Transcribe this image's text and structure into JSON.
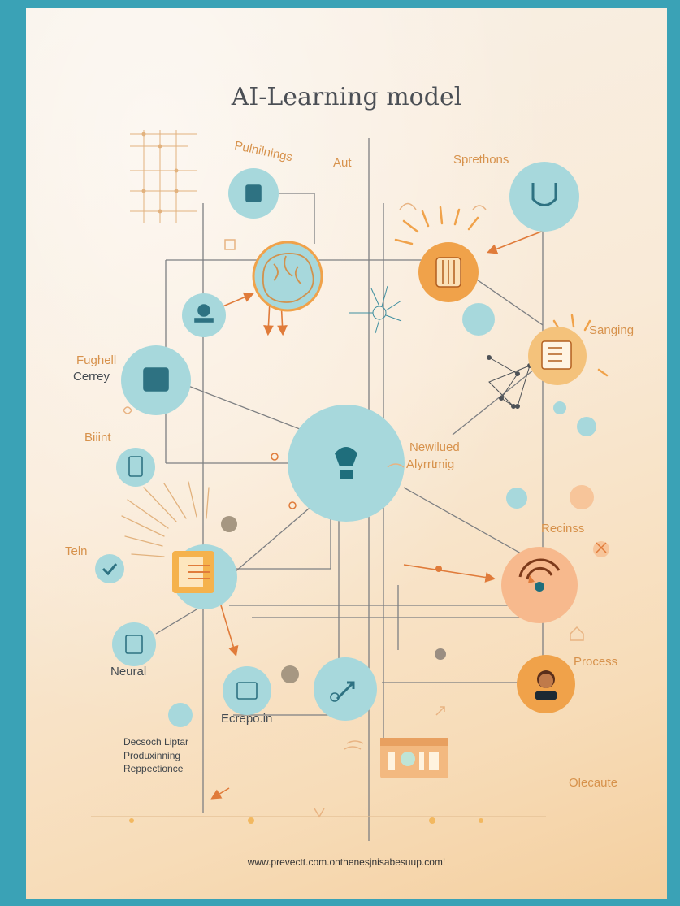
{
  "title": "AI-Learning model",
  "footer_url": "www.prevectt.com.onthenesjnisabesuup.com!",
  "nodes": {
    "top_left_label": "Pulnilnings",
    "top_center_label": "Aut",
    "top_right_label": "Sprethons",
    "right_label": "Sanging",
    "left_label_1": "Fughell",
    "left_label_2": "Cerrey",
    "left_label_3": "Biiint",
    "center_label_1": "Newilued",
    "center_label_2": "Alyrrtmig",
    "left_label_4": "Teln",
    "right_label_2": "Recinss",
    "bottom_left_label": "Neural",
    "bottom_center_label": "Ecrepo.in",
    "bottom_right_label": "Process",
    "bottom_right_label_2": "Olecaute",
    "bottom_left_text": [
      "Decsoch Liptar",
      "Produxinning",
      "Reppectionce"
    ]
  },
  "colors": {
    "frame": "#3aa2b6",
    "teal": "#a7d8dc",
    "orange": "#f0a24a",
    "line": "#7d7f82"
  }
}
